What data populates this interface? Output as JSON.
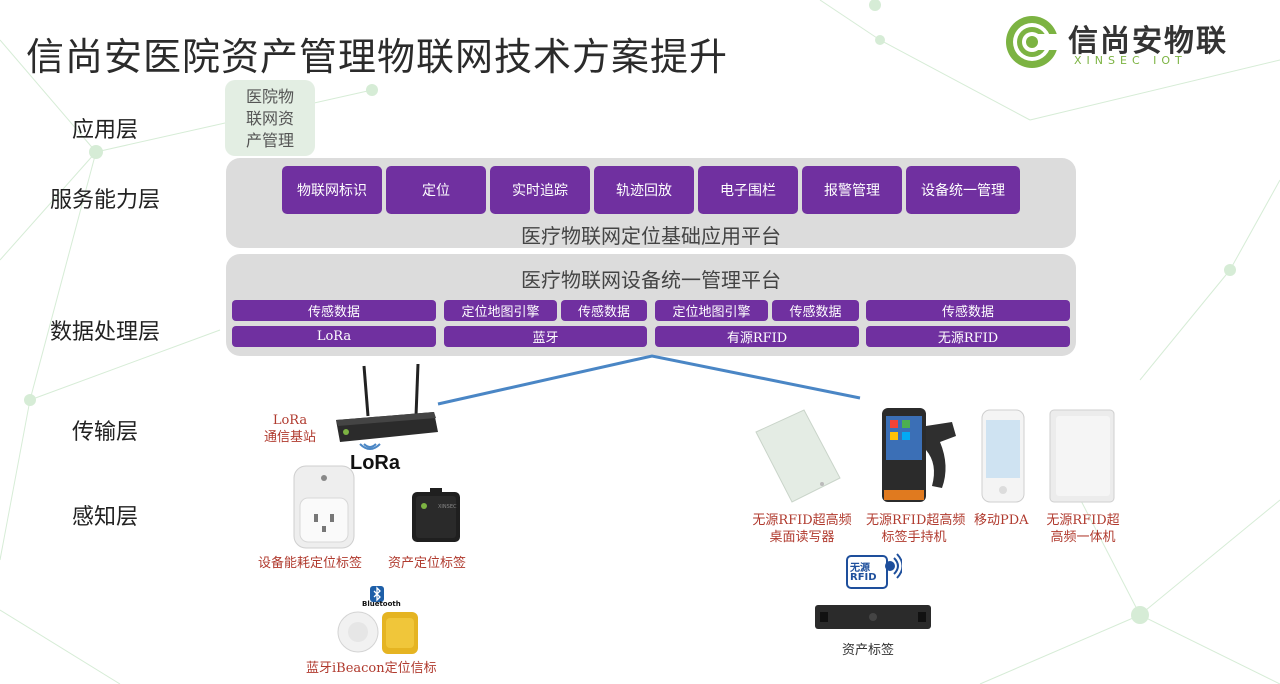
{
  "title": "信尚安医院资产管理物联网技术方案提升",
  "logo": {
    "name": "信尚安物联",
    "sub": "XINSEC IOT"
  },
  "layers": {
    "app": "应用层",
    "service": "服务能力层",
    "data": "数据处理层",
    "transport": "传输层",
    "perception": "感知层"
  },
  "app_box": [
    "医院物",
    "联网资",
    "产管理"
  ],
  "services": [
    "物联网标识",
    "定位",
    "实时追踪",
    "轨迹回放",
    "电子围栏",
    "报警管理",
    "设备统一管理"
  ],
  "service_platform": "医疗物联网定位基础应用平台",
  "data_platform": "医疗物联网设备统一管理平台",
  "data_groups": {
    "g1": {
      "top": "传感数据",
      "bottom": "LoRa"
    },
    "g2": {
      "top_a": "定位地图引擎",
      "top_b": "传感数据",
      "bottom": "蓝牙"
    },
    "g3": {
      "top_a": "定位地图引擎",
      "top_b": "传感数据",
      "bottom": "有源RFID"
    },
    "g4": {
      "top": "传感数据",
      "bottom": "无源RFID"
    }
  },
  "devices": {
    "lora_station": [
      "LoRa",
      "通信基站"
    ],
    "lora_logo": "LoRa",
    "energy_tag": "设备能耗定位标签",
    "asset_tag": "资产定位标签",
    "bluetooth_label": "Bluetooth",
    "ibeacon": "蓝牙iBeacon定位信标",
    "reader_desktop": [
      "无源RFID超高频",
      "桌面读写器"
    ],
    "reader_handheld": [
      "无源RFID超高频",
      "标签手持机"
    ],
    "pda": "移动PDA",
    "reader_integrated": [
      "无源RFID超",
      "高频一体机"
    ],
    "rfid_badge": [
      "无源",
      "RFID"
    ],
    "asset_label": "资产标签",
    "device_brand": "XINSEC"
  },
  "colors": {
    "purple": "#7030a0",
    "panel": "#dcdcdc",
    "link_line": "#4a86c5",
    "caption_red": "#b03a2e",
    "logo_green": "#7cb342"
  }
}
